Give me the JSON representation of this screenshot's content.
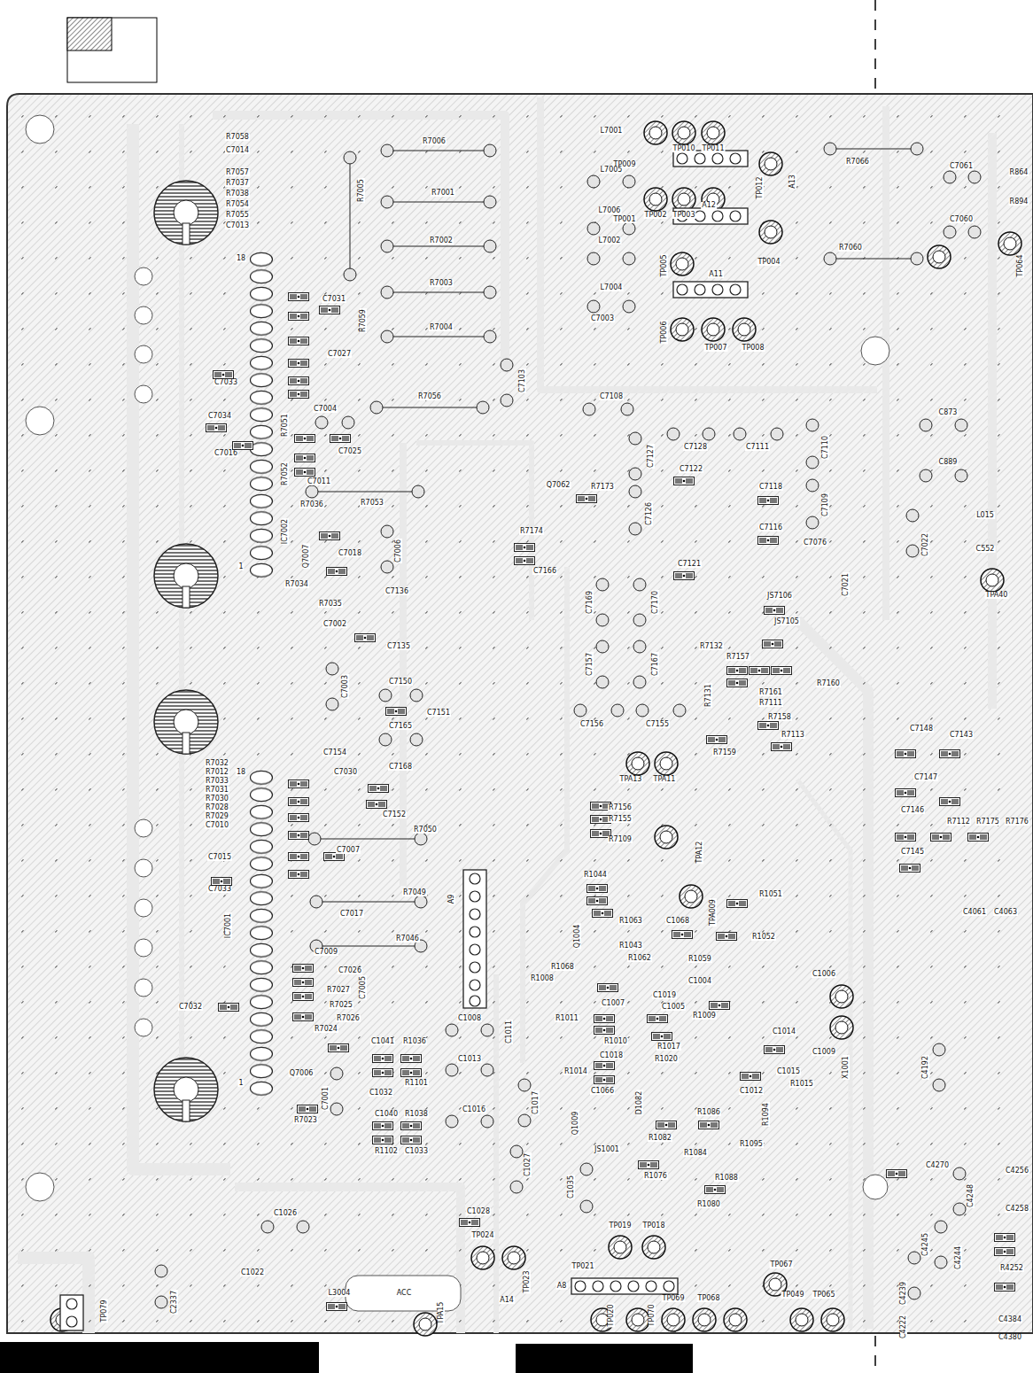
{
  "diagram": {
    "labels": [
      "R7058",
      "C7014",
      "R7057",
      "R7037",
      "R7038",
      "R7054",
      "R7055",
      "C7013",
      "18",
      "R7006",
      "R7005",
      "R7001",
      "R7002",
      "R7003",
      "R7004",
      "L7001",
      "TP011",
      "TP010",
      "TP009",
      "A13",
      "TP012",
      "L7005",
      "TP001",
      "TP002",
      "TP003",
      "A12",
      "TP004",
      "L7006",
      "L7002",
      "TP005",
      "A11",
      "L7004",
      "C7003",
      "TP006",
      "TP007",
      "TP008",
      "R7066",
      "R7060",
      "C7061",
      "C7060",
      "TP064",
      "R864",
      "R894",
      "C7031",
      "R7059",
      "C7027",
      "C7033",
      "C7103",
      "C7108",
      "R7056",
      "C7004",
      "C7034",
      "R7051",
      "R7052",
      "C7016",
      "C7025",
      "C7127",
      "C7128",
      "C7111",
      "C7110",
      "C873",
      "C889",
      "C7011",
      "R7036",
      "R7053",
      "R7173",
      "Q7062",
      "C7122",
      "C7118",
      "C7109",
      "C7126",
      "IC7002",
      "Q7007",
      "C7018",
      "C7006",
      "R7174",
      "C7116",
      "C7076",
      "C7022",
      "L015",
      "C552",
      "C7166",
      "C7121",
      "C7021",
      "TPA40",
      "1",
      "R7034",
      "C7136",
      "R7035",
      "JS7106",
      "C7169",
      "C7170",
      "C7002",
      "JS7105",
      "C7135",
      "R7132",
      "R7157",
      "C7157",
      "C7167",
      "R7160",
      "R7131",
      "R7161",
      "R7111",
      "C7003",
      "C7150",
      "C7151",
      "C7156",
      "C7155",
      "R7158",
      "C7165",
      "R7113",
      "C7148",
      "C7143",
      "R7159",
      "C7154",
      "TPA11",
      "TPA13",
      "R7032",
      "R7012",
      "R7033",
      "R7031",
      "R7030",
      "R7028",
      "R7029",
      "C7010",
      "18",
      "C7030",
      "C7168",
      "C7147",
      "C7152",
      "R7156",
      "C7146",
      "R7155",
      "R7112",
      "R7175",
      "R7176",
      "R7050",
      "R7109",
      "TPA12",
      "C7015",
      "C7007",
      "C7145",
      "R1044",
      "C7033",
      "R1051",
      "R7049",
      "A9",
      "TPA009",
      "C7017",
      "C4063",
      "C4061",
      "R1063",
      "C1068",
      "IC7001",
      "Q1004",
      "R1052",
      "R1043",
      "R7046",
      "C7009",
      "R1062",
      "R1059",
      "R1068",
      "C7026",
      "R1008",
      "C1004",
      "C1006",
      "C7005",
      "R7027",
      "C7032",
      "R7025",
      "R7026",
      "C1007",
      "C1019",
      "C1005",
      "R1009",
      "R1011",
      "C1014",
      "R7024",
      "C1008",
      "C1011",
      "R1010",
      "R1017",
      "C1041",
      "R1036",
      "C1009",
      "C1018",
      "R1020",
      "C1013",
      "C1015",
      "X1001",
      "C4192",
      "R1014",
      "Q7006",
      "R1015",
      "C1012",
      "1",
      "R1101",
      "C1066",
      "C1032",
      "C7001",
      "R1094",
      "C1017",
      "D1082",
      "C1016",
      "C1040",
      "R1038",
      "R1086",
      "R7023",
      "Q1009",
      "R1082",
      "R1095",
      "JS1001",
      "R1084",
      "R1102",
      "C1033",
      "C1027",
      "R1076",
      "C4270",
      "R1088",
      "C4256",
      "C1035",
      "C4248",
      "R1080",
      "C4258",
      "C1026",
      "C1028",
      "TP019",
      "TP018",
      "TP024",
      "C4245",
      "C4244",
      "R4252",
      "TP021",
      "TP067",
      "C1022",
      "TP023",
      "A8",
      "C4239",
      "L3004",
      "ACC",
      "A14",
      "TP049",
      "TP065",
      "TP069",
      "TP068",
      "C2337",
      "TP079",
      "TPA15",
      "C4384",
      "TP020",
      "TP070",
      "C4222",
      "C4380"
    ]
  }
}
